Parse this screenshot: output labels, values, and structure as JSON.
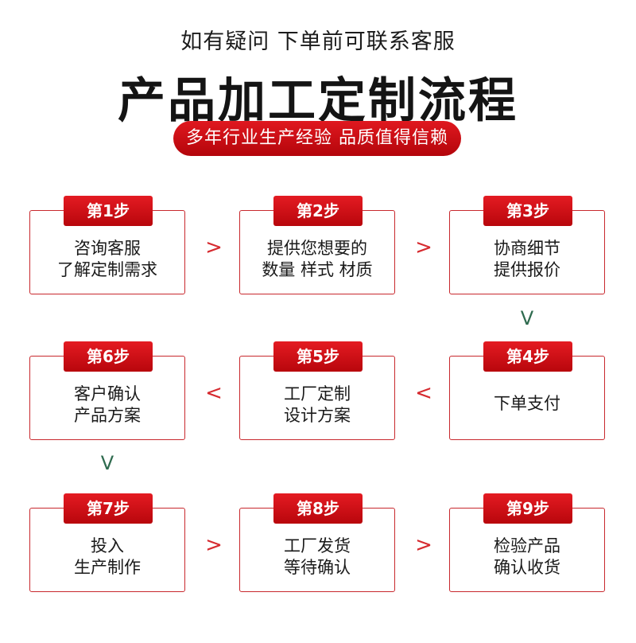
{
  "header": {
    "subtitle": "如有疑问 下单前可联系客服",
    "title": "产品加工定制流程",
    "banner": "多年行业生产经验 品质值得信赖"
  },
  "steps": [
    {
      "tag": "第1步",
      "line1": "咨询客服",
      "line2": "了解定制需求"
    },
    {
      "tag": "第2步",
      "line1": "提供您想要的",
      "line2": "数量 样式 材质"
    },
    {
      "tag": "第3步",
      "line1": "协商细节",
      "line2": "提供报价"
    },
    {
      "tag": "第4步",
      "line1": "下单支付",
      "line2": ""
    },
    {
      "tag": "第5步",
      "line1": "工厂定制",
      "line2": "设计方案"
    },
    {
      "tag": "第6步",
      "line1": "客户确认",
      "line2": "产品方案"
    },
    {
      "tag": "第7步",
      "line1": "投入",
      "line2": "生产制作"
    },
    {
      "tag": "第8步",
      "line1": "工厂发货",
      "line2": "等待确认"
    },
    {
      "tag": "第9步",
      "line1": "检验产品",
      "line2": "确认收货"
    }
  ],
  "arrows": {
    "right": ">",
    "left": "<",
    "down": "V"
  }
}
